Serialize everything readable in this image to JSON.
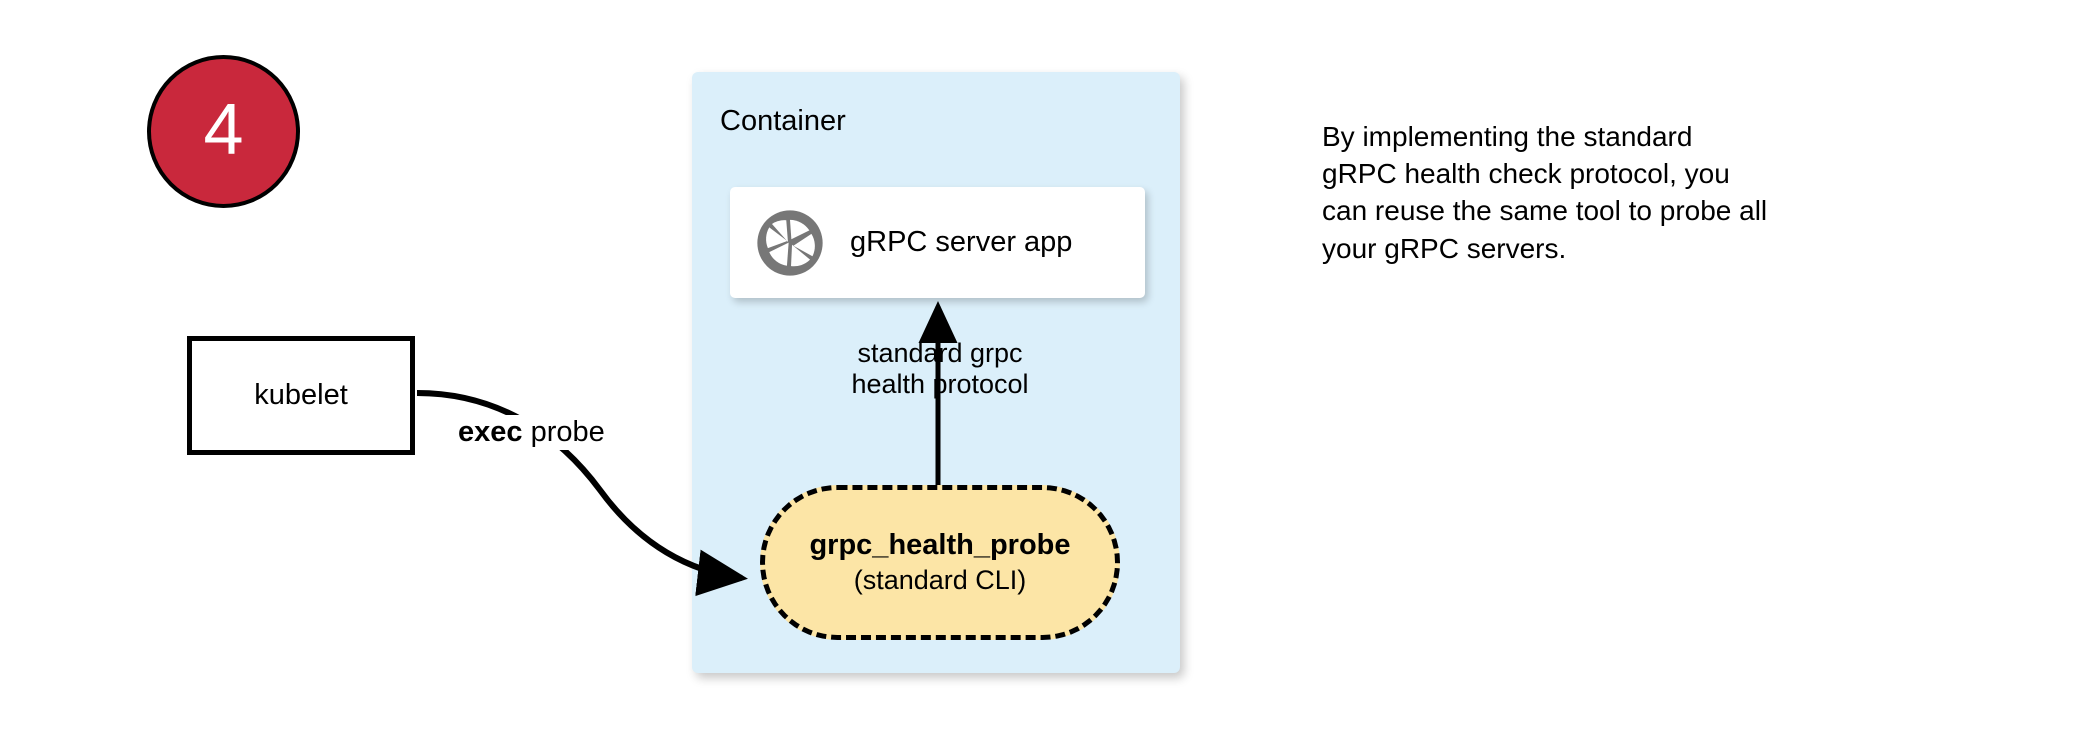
{
  "step": {
    "number": "4"
  },
  "kubelet": {
    "label": "kubelet"
  },
  "container": {
    "title": "Container",
    "fill_color": "#DBEFFA"
  },
  "server_card": {
    "label": "gRPC server app",
    "icon": "grpc-aperture-icon",
    "icon_color": "#777777"
  },
  "probe": {
    "title": "grpc_health_probe",
    "subtitle": "(standard CLI)",
    "fill_color": "#FCE5A6"
  },
  "edges": {
    "exec_probe": {
      "bold_text": "exec",
      "plain_text": " probe"
    },
    "protocol": {
      "line1": "standard grpc",
      "line2": "health protocol"
    }
  },
  "side_note": {
    "line1": "By implementing the standard",
    "line2": "gRPC health check protocol, you",
    "line3": "can reuse the same tool to probe all",
    "line4": "your gRPC servers."
  },
  "colors": {
    "badge_red": "#C9283C",
    "container_blue": "#DBEFFA",
    "probe_yellow": "#FCE5A6",
    "stroke_black": "#000000"
  }
}
